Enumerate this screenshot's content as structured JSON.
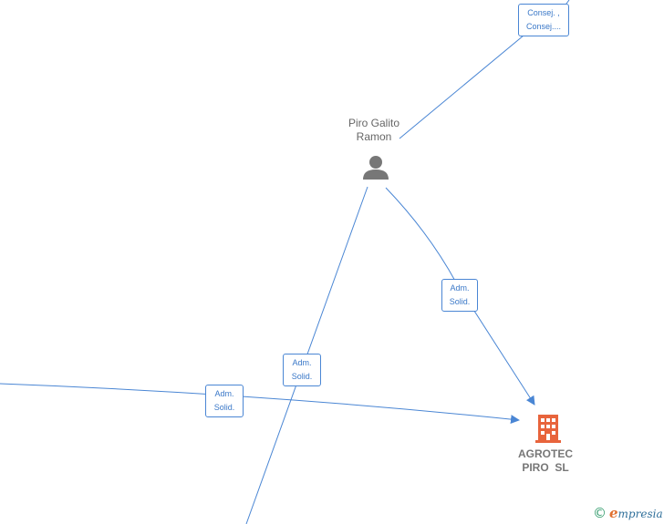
{
  "nodes": {
    "person": {
      "name_line1": "Piro Galito",
      "name_line2": "Ramon",
      "icon": "person-icon"
    },
    "company": {
      "name_line1": "AGROTEC",
      "name_line2": "PIRO  SL",
      "icon": "building-icon"
    }
  },
  "edge_labels": {
    "top": {
      "line1": "Consej. ,",
      "line2": "Consej...."
    },
    "person_company": {
      "line1": "Adm.",
      "line2": "Solid."
    },
    "person_down": {
      "line1": "Adm.",
      "line2": "Solid."
    },
    "left_company": {
      "line1": "Adm.",
      "line2": "Solid."
    }
  },
  "brand": {
    "copyright": "©",
    "e": "e",
    "rest": "mpresia"
  },
  "colors": {
    "edge": "#4a86d4",
    "company_icon": "#e8643c",
    "person_icon": "#777777"
  }
}
